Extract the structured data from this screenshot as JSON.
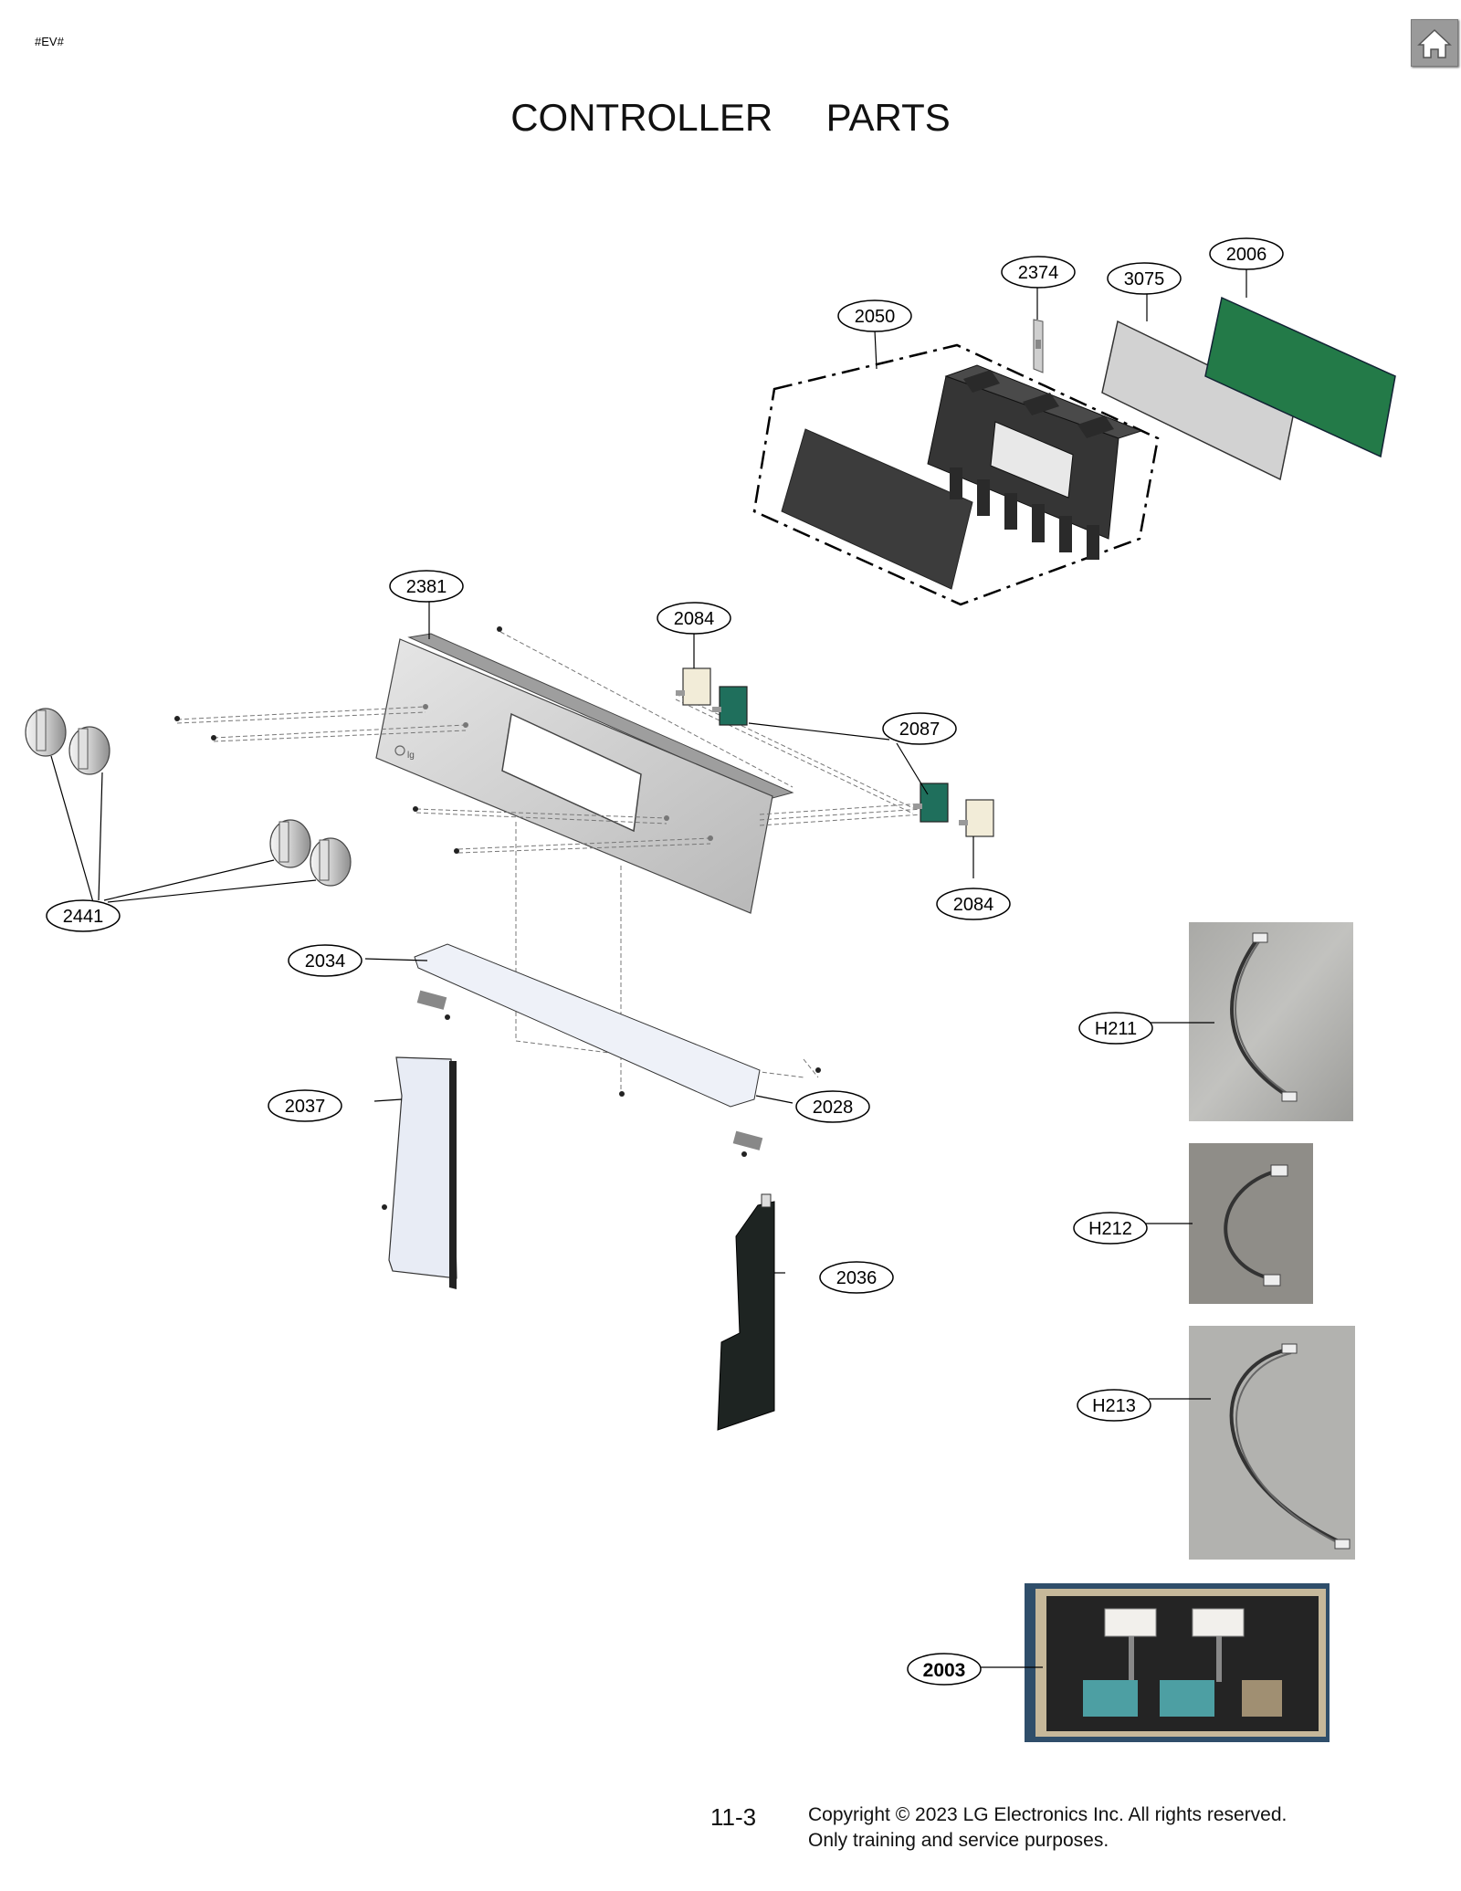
{
  "header": {
    "tag": "#EV#",
    "title": "CONTROLLER     PARTS",
    "home_icon": "home-icon"
  },
  "callouts": {
    "c2006": "2006",
    "c2374": "2374",
    "c3075": "3075",
    "c2050": "2050",
    "c2381": "2381",
    "c2084a": "2084",
    "c2087": "2087",
    "c2084b": "2084",
    "c2441": "2441",
    "c2034": "2034",
    "c2037": "2037",
    "c2028": "2028",
    "c2036": "2036",
    "cH211": "H211",
    "cH212": "H212",
    "cH213": "H213",
    "c2003": "2003"
  },
  "footer": {
    "page_number": "11-3",
    "copyright_line1": "Copyright © 2023 LG Electronics Inc. All rights reserved.",
    "copyright_line2": "Only training and service purposes."
  },
  "colors": {
    "pcb_green": "#237a48",
    "panel_gray": "#d6d6d6",
    "display_dark": "#3c3c3c",
    "bracket_black": "#1e2422"
  }
}
